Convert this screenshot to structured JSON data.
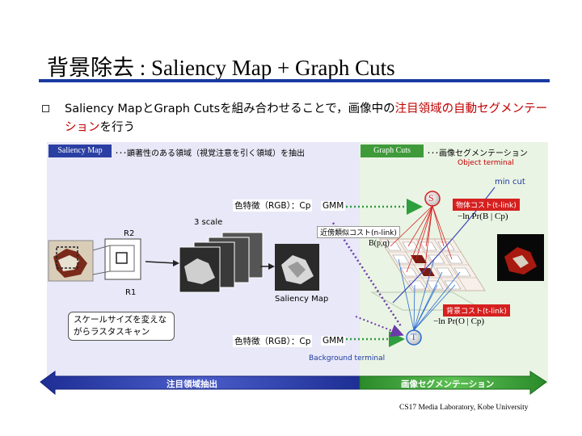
{
  "slide": {
    "title": "背景除去 : Saliency Map + Graph Cuts",
    "bullet_parts": [
      "Saliency MapとGraph Cutsを組み合わせることで，画像中の",
      "注目領域の自動セグメンテーション",
      "を行う"
    ],
    "footer": "CS17 Media Laboratory, Kobe University"
  },
  "diagram": {
    "saliency_tag": "Saliency Map",
    "saliency_desc": "･･･顕著性のある領域（視覚注意を引く領域）を抽出",
    "graphcuts_tag": "Graph Cuts",
    "graphcuts_desc": "･･･画像セグメンテーション",
    "object_terminal": "Object terminal",
    "min_cut": "min cut",
    "feature_top": "色特徴（RGB）：Cp",
    "gmm_top": "GMM",
    "object_cost": "物体コスト(t-link)",
    "object_formula": "−ln Pr(B | Cp)",
    "s_label": "S",
    "neighbor_cost": "近傍類似コスト(n-link)",
    "b_label": "B(p,q)",
    "background_cost": "背景コスト(t-link)",
    "background_formula": "−ln Pr(O | Cp)",
    "t_label": "T",
    "feature_bottom": "色特徴（RGB）：Cp",
    "gmm_bottom": "GMM",
    "background_terminal": "Background terminal",
    "scale_label": "3 scale",
    "r2_label": "R2",
    "r1_label": "R1",
    "saliency_map_label": "Saliency Map",
    "callout": "スケールサイズを変えながらラスタスキャン",
    "arrow_left": "注目領域抽出",
    "arrow_right": "画像セグメンテーション"
  },
  "colors": {
    "title_rule": "#1a3aa0",
    "highlight": "#c00000",
    "left_panel": "#e8e8f8",
    "right_panel": "#eaf4e4",
    "arrow_left": "#2d3fa8",
    "arrow_right": "#3c9a3a",
    "dotted_green": "#2e9e3e",
    "dotted_purple": "#6a3aa8"
  }
}
